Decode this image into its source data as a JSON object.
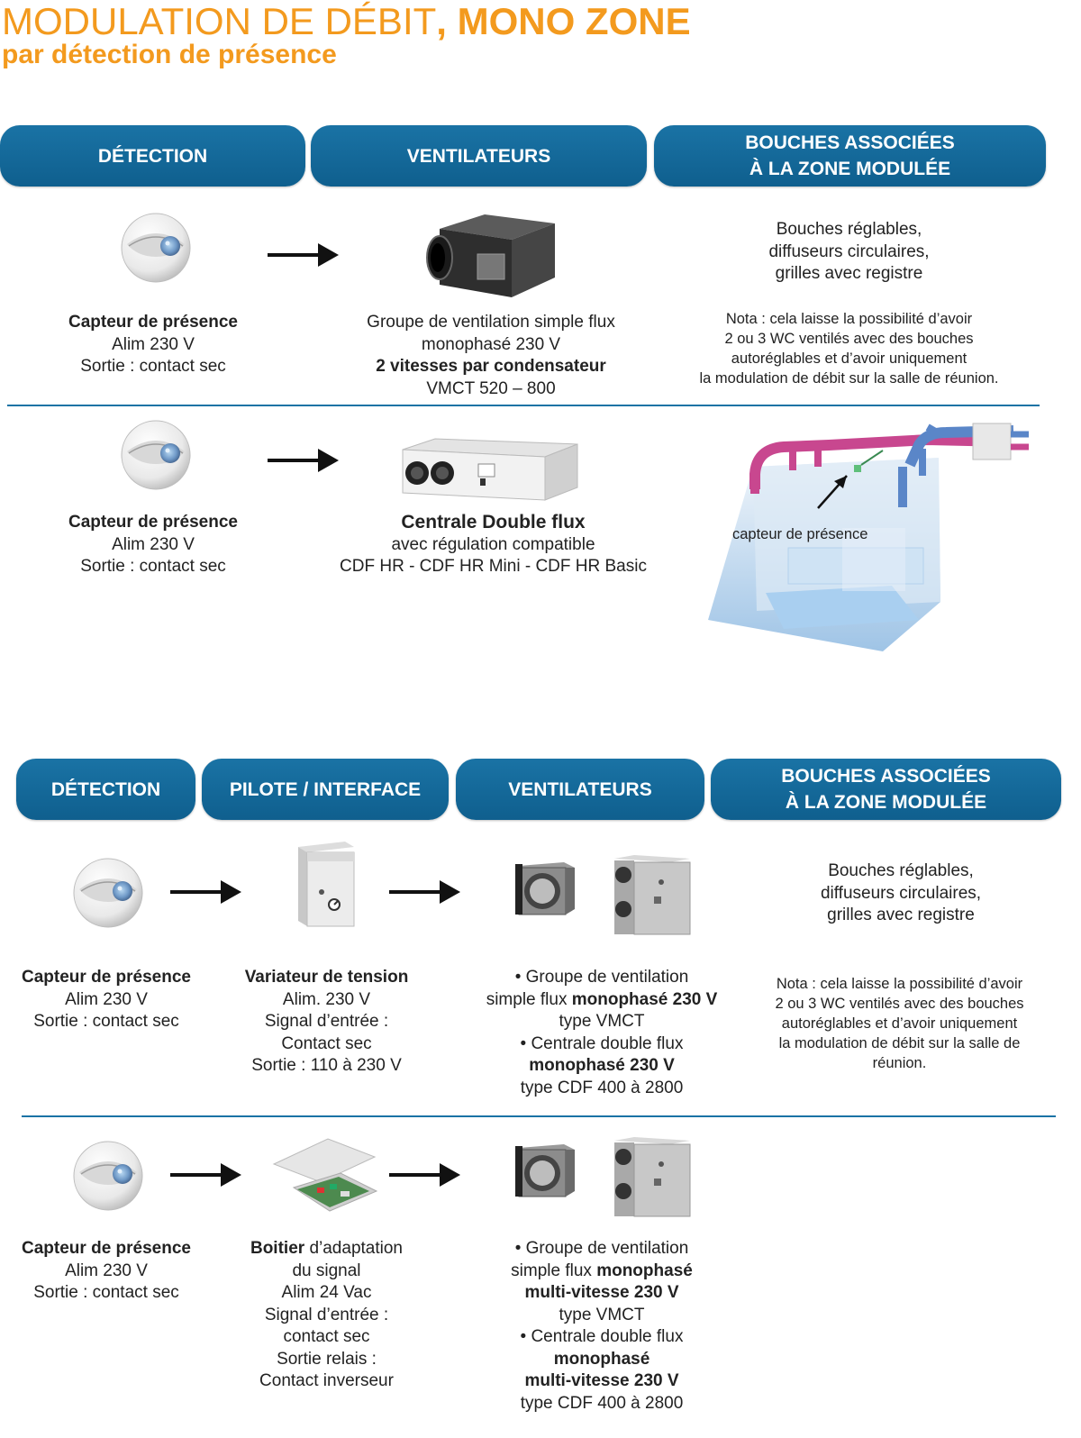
{
  "header": {
    "title_light": "MODULATION DE DÉBIT",
    "title_bold": ", MONO ZONE",
    "subtitle": "par détection de présence"
  },
  "section1": {
    "headers": [
      "DÉTECTION",
      "VENTILATEURS",
      "BOUCHES ASSOCIÉES\nÀ LA ZONE MODULÉE"
    ],
    "row1": {
      "sensor": {
        "name": "Capteur de présence",
        "l2": "Alim 230 V",
        "l3": "Sortie : contact sec"
      },
      "fan": {
        "l1": "Groupe de ventilation simple flux",
        "l2": "monophasé 230 V",
        "l3": "2 vitesses par condensateur",
        "l4": "VMCT 520 – 800"
      },
      "bouches": {
        "l1": "Bouches réglables,",
        "l2": "diffuseurs circulaires,",
        "l3": "grilles avec registre"
      },
      "nota": {
        "l1": "Nota : cela laisse la possibilité d’avoir",
        "l2": "2 ou 3 WC ventilés avec des bouches",
        "l3": "autoréglables et d’avoir uniquement",
        "l4": "la modulation de débit sur la salle de réunion."
      }
    },
    "row2": {
      "sensor": {
        "name": "Capteur de présence",
        "l2": "Alim 230 V",
        "l3": "Sortie : contact sec"
      },
      "fan": {
        "l1": "Centrale Double flux",
        "l2": "avec régulation compatible",
        "l3": "CDF HR - CDF HR Mini - CDF HR Basic"
      },
      "illustration_label": "capteur de présence"
    }
  },
  "section2": {
    "headers": [
      "DÉTECTION",
      "PILOTE / INTERFACE",
      "VENTILATEURS",
      "BOUCHES ASSOCIÉES\nÀ LA ZONE MODULÉE"
    ],
    "row1": {
      "sensor": {
        "name": "Capteur de présence",
        "l2": "Alim 230 V",
        "l3": "Sortie : contact sec"
      },
      "pilot": {
        "l1": "Variateur de tension",
        "l2": "Alim. 230 V",
        "l3": "Signal d’entrée :",
        "l4": "Contact sec",
        "l5": "Sortie : 110 à 230 V"
      },
      "fan": {
        "a1": "• Groupe de ventilation",
        "a2a": "simple flux ",
        "a2b": "monophasé 230 V",
        "a3": "type VMCT",
        "b1": "• Centrale double flux",
        "b2": "monophasé 230 V",
        "b3": "type CDF 400 à 2800"
      },
      "bouches": {
        "l1": "Bouches réglables,",
        "l2": "diffuseurs circulaires,",
        "l3": "grilles avec registre"
      },
      "nota": {
        "l1": "Nota : cela laisse la possibilité d’avoir",
        "l2": "2 ou 3 WC ventilés avec des bouches",
        "l3": "autoréglables et d’avoir uniquement",
        "l4": "la modulation de débit sur la salle de",
        "l5": "réunion."
      }
    },
    "row2": {
      "sensor": {
        "name": "Capteur de présence",
        "l2": "Alim 230 V",
        "l3": "Sortie : contact sec"
      },
      "pilot": {
        "l1a": "Boitier",
        "l1b": " d’adaptation",
        "l2": "du signal",
        "l3": "Alim 24 Vac",
        "l4": "Signal d’entrée :",
        "l5": "contact sec",
        "l6": "Sortie relais :",
        "l7": "Contact inverseur"
      },
      "fan": {
        "a1": "• Groupe de ventilation",
        "a2a": "simple flux ",
        "a2b": "monophasé",
        "a3": "multi-vitesse 230 V",
        "a4": "type VMCT",
        "b1": "• Centrale double flux",
        "b2": "monophasé",
        "b3": "multi-vitesse 230 V",
        "b4": "type CDF 400 à 2800"
      }
    }
  },
  "colors": {
    "accent_orange": "#f39a1e",
    "header_blue": "#1a73a5",
    "pink_duct": "#c8478f",
    "blue_duct": "#5a86c8"
  }
}
